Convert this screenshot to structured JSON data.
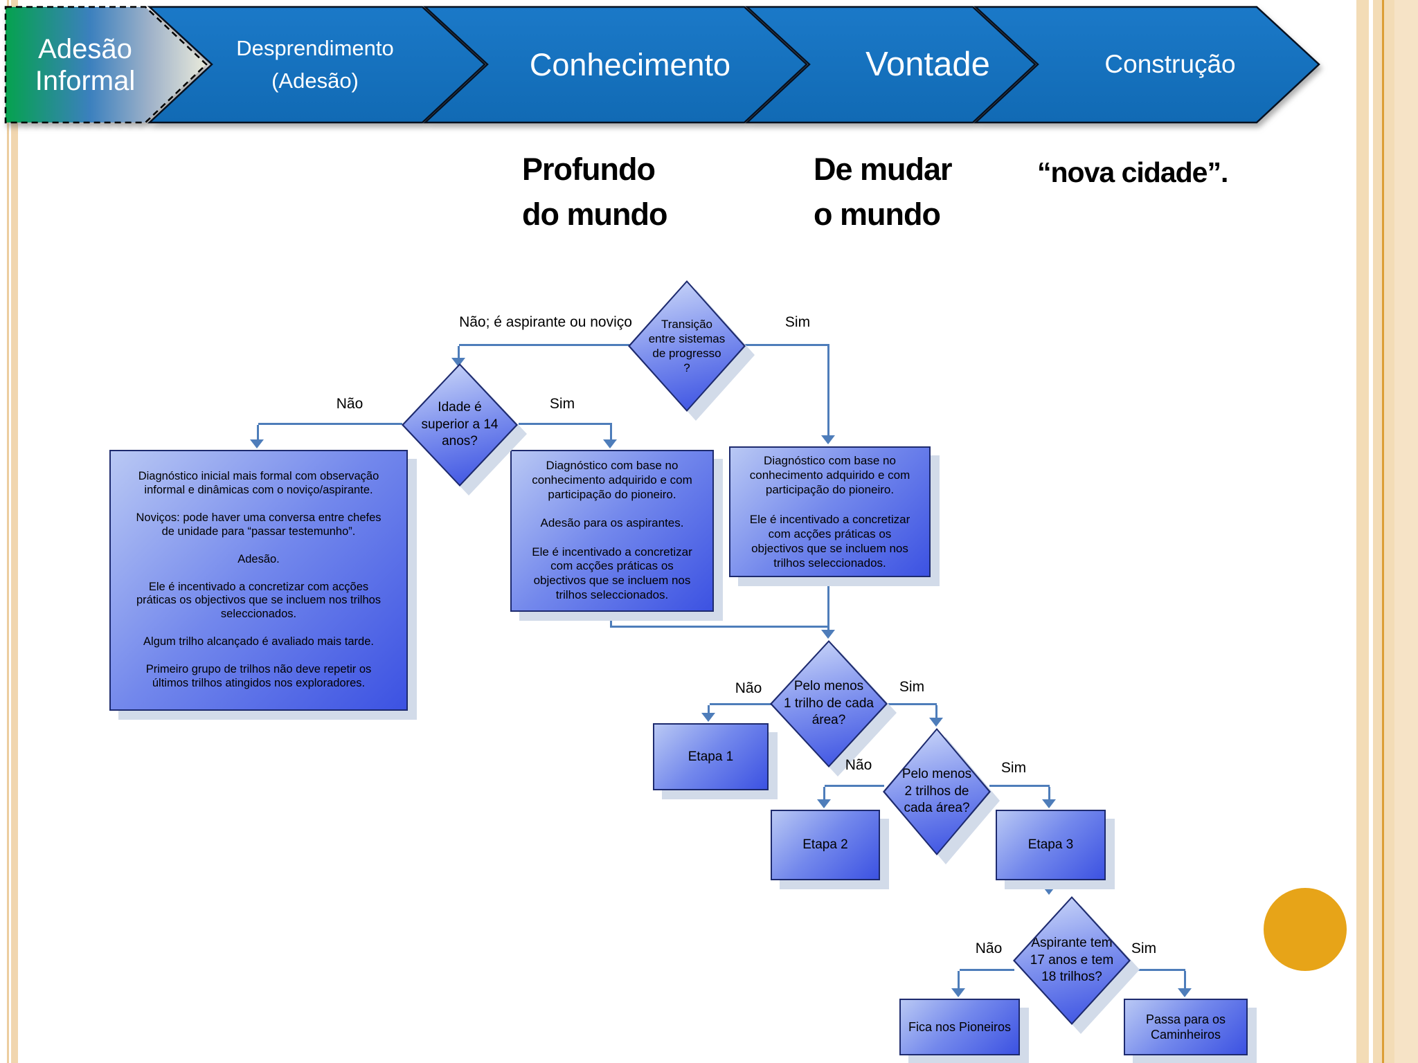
{
  "stages": {
    "s1": "Adesão\nInformal",
    "s2": "Desprendimento\n(Adesão)",
    "s3": "Conhecimento",
    "s4": "Vontade",
    "s5": "Construção"
  },
  "subtitles": {
    "knowledge": "Profundo\ndo mundo",
    "will": "De mudar\no mundo",
    "construction": "“nova cidade”."
  },
  "flow": {
    "d1": "Transição\nentre sistemas\nde progresso\n?",
    "d2": "Idade é\nsuperior a 14\nanos?",
    "d3": "Pelo menos\n1 trilho de cada\nárea?",
    "d4": "Pelo menos\n2 trilhos de\ncada área?",
    "d5": "Aspirante tem\n17 anos e tem\n18 trilhos?",
    "b1": "Diagnóstico inicial mais formal com observação\ninformal e dinâmicas com o noviço/aspirante.\n\nNoviços: pode haver uma conversa entre chefes\nde unidade para “passar testemunho”.\n\nAdesão.\n\nEle é incentivado a concretizar com acções\npráticas os objectivos que se incluem nos trilhos\nseleccionados.\n\nAlgum trilho alcançado é avaliado mais tarde.\n\nPrimeiro grupo de trilhos não deve repetir os\núltimos trilhos atingidos nos exploradores.",
    "b2": "Diagnóstico com base no\nconhecimento adquirido e com\nparticipação do pioneiro.\n\nAdesão para os aspirantes.\n\nEle é incentivado a concretizar\ncom acções práticas os\nobjectivos que se incluem nos\ntrilhos seleccionados.",
    "b3": "Diagnóstico com base no\nconhecimento adquirido e com\nparticipação do pioneiro.\n\nEle é incentivado a concretizar\ncom acções práticas os\nobjectivos que se incluem nos\ntrilhos seleccionados.",
    "e1": "Etapa 1",
    "e2": "Etapa 2",
    "e3": "Etapa 3",
    "f1": "Fica nos Pioneiros",
    "f2": "Passa para os\nCaminheiros",
    "labels": {
      "l1": "Não; é aspirante ou noviço",
      "l2": "Sim",
      "l3": "Não",
      "l4": "Sim",
      "l5": "Não",
      "l6": "Sim",
      "l7": "Não",
      "l8": "Sim",
      "l9": "Não",
      "l10": "Sim"
    }
  },
  "colors": {
    "chevron_blue": "#1571c1",
    "chevron_green": "#05a24e",
    "shape_gradient_light": "#cad6f8",
    "shape_gradient_dark": "#3c52e2",
    "shape_border": "#1d2a6e",
    "connector": "#4e7dba",
    "shadow": "#d2dbe9",
    "accent_circle": "#e7a418",
    "stripe_tan": "#f3dcb6",
    "stripe_line": "#dc9e35"
  }
}
